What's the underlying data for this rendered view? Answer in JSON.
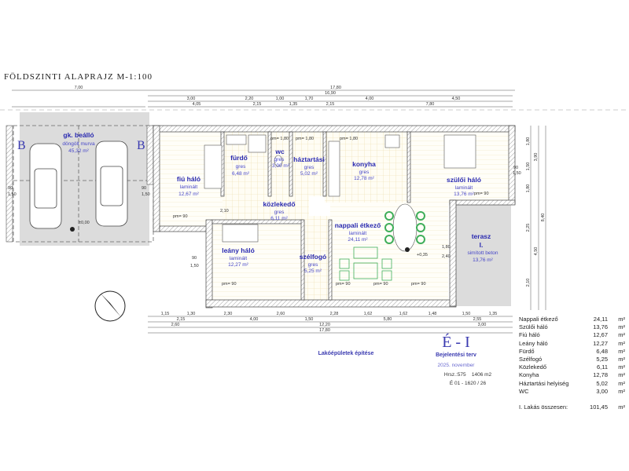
{
  "title": "FÖLDSZINTI  ALAPRAJZ  M-1:100",
  "rooms": {
    "carport": {
      "name": "gk. beálló",
      "floor": "döngölt murva",
      "area": "45,32 m²"
    },
    "fiu": {
      "name": "fiú háló",
      "floor": "laminált",
      "area": "12,67 m²"
    },
    "furdo": {
      "name": "fürdő",
      "floor": "gres",
      "area": "6,48 m²"
    },
    "wc": {
      "name": "wc",
      "floor": "gres",
      "area": "3,00 m²"
    },
    "haztartasi": {
      "name": "háztartási",
      "floor": "gres",
      "area": "5,02 m²"
    },
    "konyha": {
      "name": "konyha",
      "floor": "gres",
      "area": "12,78 m²"
    },
    "szuloi": {
      "name": "szülői háló",
      "floor": "laminált",
      "area": "13,76 m²"
    },
    "kozlekedo": {
      "name": "közlekedő",
      "floor": "gres",
      "area": "6,11 m²"
    },
    "nappali": {
      "name": "nappali étkező",
      "floor": "laminált",
      "area": "24,11 m²"
    },
    "leany": {
      "name": "leány háló",
      "floor": "laminált",
      "area": "12,27 m²"
    },
    "szelfogo": {
      "name": "szélfogó",
      "floor": "gres",
      "area": "5,25 m²"
    },
    "terasz": {
      "name": "terasz",
      "num": "I.",
      "floor": "simított beton",
      "area": "13,76 m²"
    }
  },
  "marks": {
    "section": "B",
    "level0": "±0,00",
    "level1": "+0,35",
    "pm180": "pm= 1,80",
    "pm90": "pm= 90",
    "w90": "90",
    "w150": "1,50",
    "d210": "2,10",
    "d240": "2,40",
    "d180": "1,80"
  },
  "dimensions": {
    "top": [
      "7,00",
      "17,80",
      "16,90",
      "3,00",
      "2,20",
      "1,00",
      "1,70",
      "4,00",
      "4,50",
      "4,05",
      "2,15",
      "1,35",
      "2,15",
      "7,80"
    ],
    "bottom": [
      "1,15",
      "1,30",
      "2,30",
      "2,60",
      "2,28",
      "1,62",
      "1,62",
      "1,48",
      "1,50",
      "1,35",
      "2,15",
      "4,00",
      "1,50",
      "5,80",
      "2,55",
      "2,60",
      "12,20",
      "3,00",
      "17,80"
    ],
    "right": [
      "1,80",
      "1,50",
      "1,80",
      "3,90",
      "8,40",
      "2,25",
      "4,50",
      "2,10"
    ]
  },
  "title_block": {
    "project": "Lakóépületek építése",
    "sheet": "É - I",
    "phase": "Bejelentési terv",
    "date": "2025. november",
    "parcel": "Hrsz.:575    1406 m2",
    "code": "É 01 - 1620 / 26"
  },
  "area_table": {
    "rows": [
      {
        "name": "Nappali étkező",
        "value": "24,11",
        "unit": "m²"
      },
      {
        "name": "Szülői háló",
        "value": "13,76",
        "unit": "m²"
      },
      {
        "name": "Fiú háló",
        "value": "12,67",
        "unit": "m²"
      },
      {
        "name": "Leány háló",
        "value": "12,27",
        "unit": "m²"
      },
      {
        "name": "Fürdő",
        "value": "6,48",
        "unit": "m²"
      },
      {
        "name": "Szélfogó",
        "value": "5,25",
        "unit": "m²"
      },
      {
        "name": "Közlekedő",
        "value": "6,11",
        "unit": "m²"
      },
      {
        "name": "Konyha",
        "value": "12,78",
        "unit": "m²"
      },
      {
        "name": "Háztartási helyiség",
        "value": "5,02",
        "unit": "m²"
      },
      {
        "name": "WC",
        "value": "3,00",
        "unit": "m²"
      }
    ],
    "total": {
      "name": "I. Lakás összesen:",
      "value": "101,45",
      "unit": "m²"
    }
  }
}
